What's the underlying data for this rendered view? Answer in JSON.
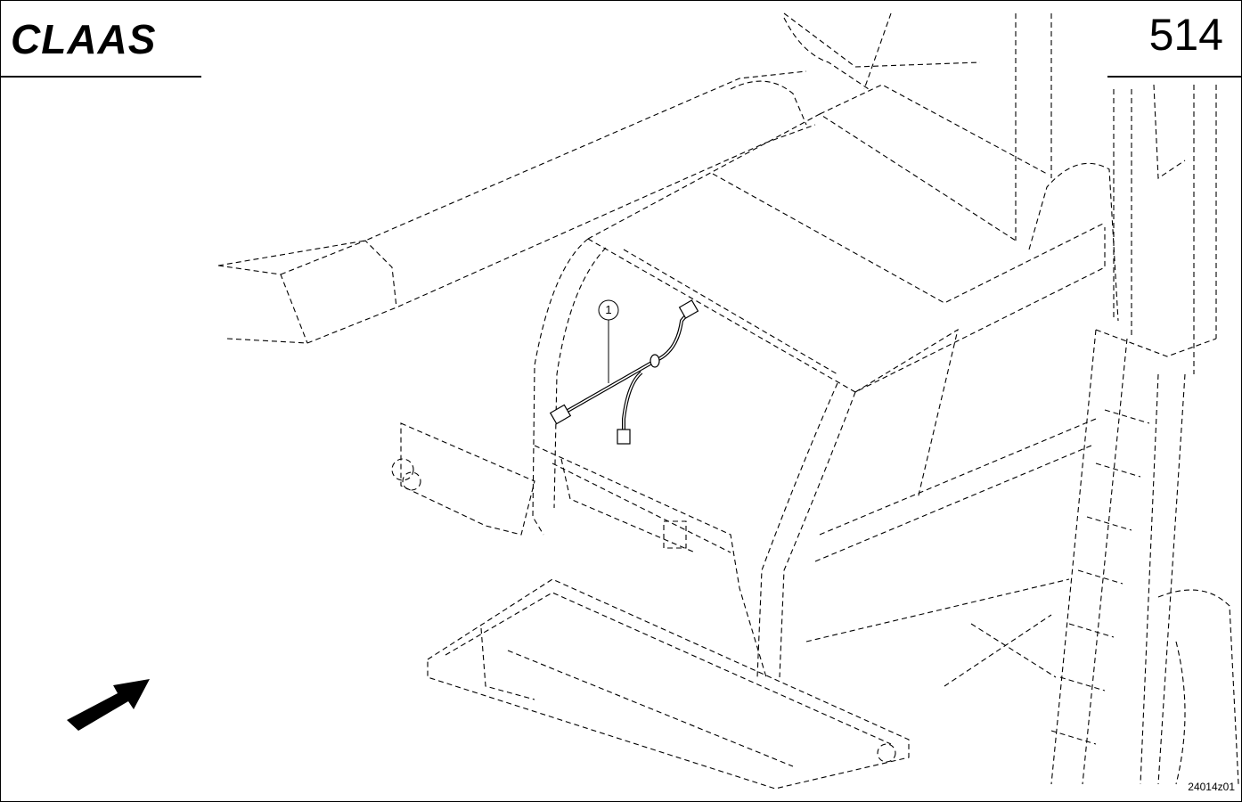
{
  "header": {
    "brand": "CLAAS",
    "page_number": "514"
  },
  "drawing": {
    "callouts": [
      {
        "label": "1"
      }
    ],
    "figure_code": "24014z01",
    "icons": [
      "direction-arrow-icon"
    ]
  }
}
